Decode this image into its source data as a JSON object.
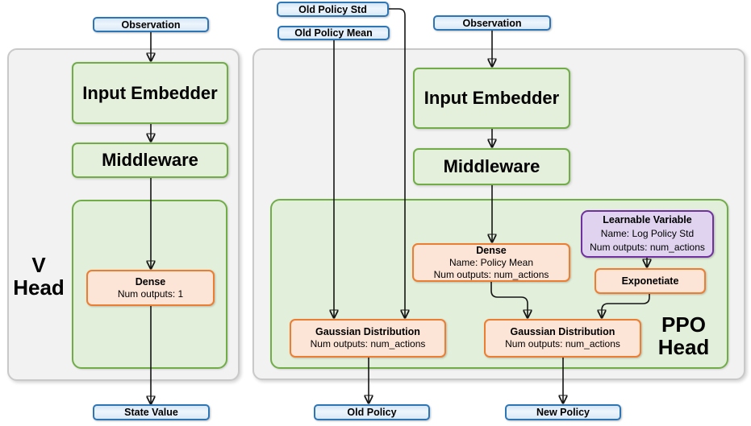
{
  "colors": {
    "blue_border": "#2E75B6",
    "green_border": "#70AD47",
    "orange_border": "#ED7D31",
    "purple_border": "#7030A0",
    "panel_gray_fill": "#F2F2F2",
    "green_fill": "#E2EFDA",
    "orange_fill": "#FCE4D6",
    "purple_fill": "#DFD3EF",
    "blue_fill": "#D9E8F7",
    "connector": "#151515"
  },
  "v_head": {
    "label_line1": "V",
    "label_line2": "Head",
    "observation": "Observation",
    "input_embedder": "Input Embedder",
    "middleware": "Middleware",
    "dense": {
      "title": "Dense",
      "line1": "Num outputs: 1"
    },
    "state_value": "State Value"
  },
  "ppo_head": {
    "label_line1": "PPO",
    "label_line2": "Head",
    "old_policy_std": "Old Policy Std",
    "old_policy_mean": "Old Policy Mean",
    "observation": "Observation",
    "input_embedder": "Input Embedder",
    "middleware": "Middleware",
    "dense": {
      "title": "Dense",
      "line1": "Name: Policy Mean",
      "line2": "Num outputs: num_actions"
    },
    "learnable_variable": {
      "title": "Learnable Variable",
      "line1": "Name: Log Policy Std",
      "line2": "Num outputs: num_actions"
    },
    "exponetiate": "Exponetiate",
    "gaussian_old": {
      "title": "Gaussian Distribution",
      "line1": "Num outputs: num_actions"
    },
    "gaussian_new": {
      "title": "Gaussian Distribution",
      "line1": "Num outputs: num_actions"
    },
    "old_policy": "Old Policy",
    "new_policy": "New Policy"
  }
}
